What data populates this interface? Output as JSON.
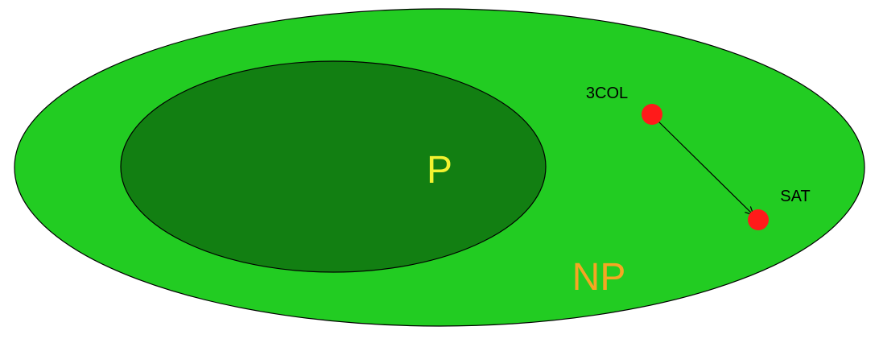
{
  "diagram": {
    "sets": {
      "np": {
        "label": "NP",
        "fill": "#22cc22",
        "label_color": "#f5a623"
      },
      "p": {
        "label": "P",
        "fill": "#127f12",
        "label_color": "#f2f230"
      }
    },
    "problems": {
      "col3": {
        "label": "3COL",
        "color": "#ff1a1a"
      },
      "sat": {
        "label": "SAT",
        "color": "#ff1a1a"
      }
    },
    "reduction": {
      "from": "3COL",
      "to": "SAT"
    }
  }
}
